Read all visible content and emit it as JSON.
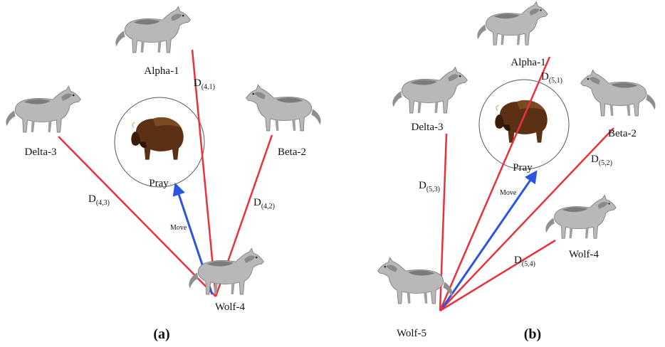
{
  "colors": {
    "distance_line": "#e8323c",
    "move_arrow": "#2b55e0",
    "circle": "#555555",
    "wolf_fur": "#b5b5b5",
    "bison": "#5a2f12"
  },
  "icons": {
    "wolf": "wolf-icon",
    "prey": "bison-icon"
  },
  "panel_a": {
    "caption": "(a)",
    "wolves": {
      "alpha": "Alpha-1",
      "beta": "Beta-2",
      "delta": "Delta-3",
      "self": "Wolf-4"
    },
    "prey_label": "Pray",
    "move_label": "Move",
    "distances": [
      {
        "main": "D",
        "sub": "(4,1)"
      },
      {
        "main": "D",
        "sub": "(4,2)"
      },
      {
        "main": "D",
        "sub": "(4,3)"
      }
    ]
  },
  "panel_b": {
    "caption": "(b)",
    "wolves": {
      "alpha": "Alpha-1",
      "beta": "Beta-2",
      "delta": "Delta-3",
      "other": "Wolf-4",
      "self": "Wolf-5"
    },
    "prey_label": "Pray",
    "move_label": "Move",
    "distances": [
      {
        "main": "D",
        "sub": "(5,1)"
      },
      {
        "main": "D",
        "sub": "(5,2)"
      },
      {
        "main": "D",
        "sub": "(5,3)"
      },
      {
        "main": "D",
        "sub": "(5,4)"
      }
    ]
  }
}
